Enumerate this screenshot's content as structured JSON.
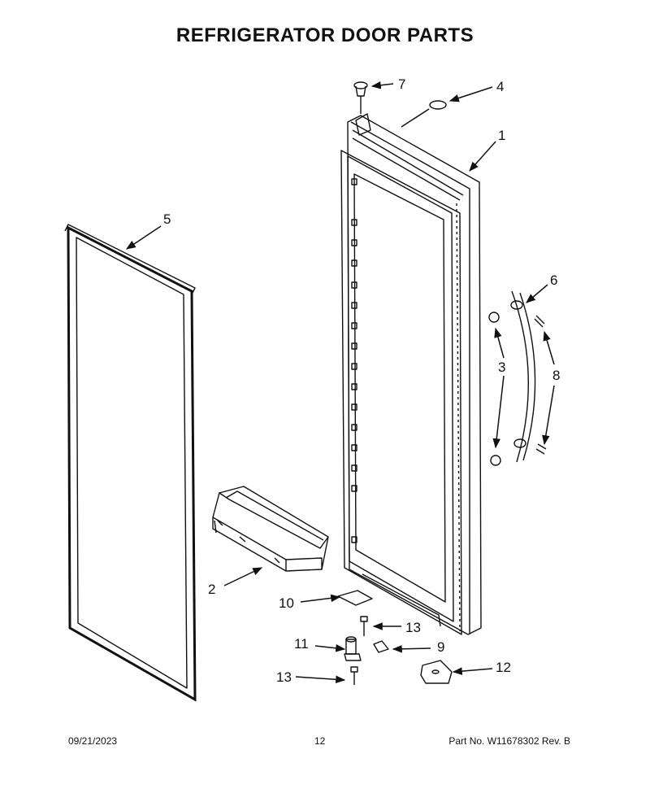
{
  "title": "REFRIGERATOR DOOR PARTS",
  "footer": {
    "date": "09/21/2023",
    "page": "12",
    "part_number": "Part No.  W11678302  Rev.  B"
  },
  "callouts": {
    "c1": "1",
    "c2": "2",
    "c3": "3",
    "c4": "4",
    "c5": "5",
    "c6": "6",
    "c7": "7",
    "c8": "8",
    "c9": "9",
    "c10": "10",
    "c11": "11",
    "c12": "12",
    "c13a": "13",
    "c13b": "13"
  }
}
